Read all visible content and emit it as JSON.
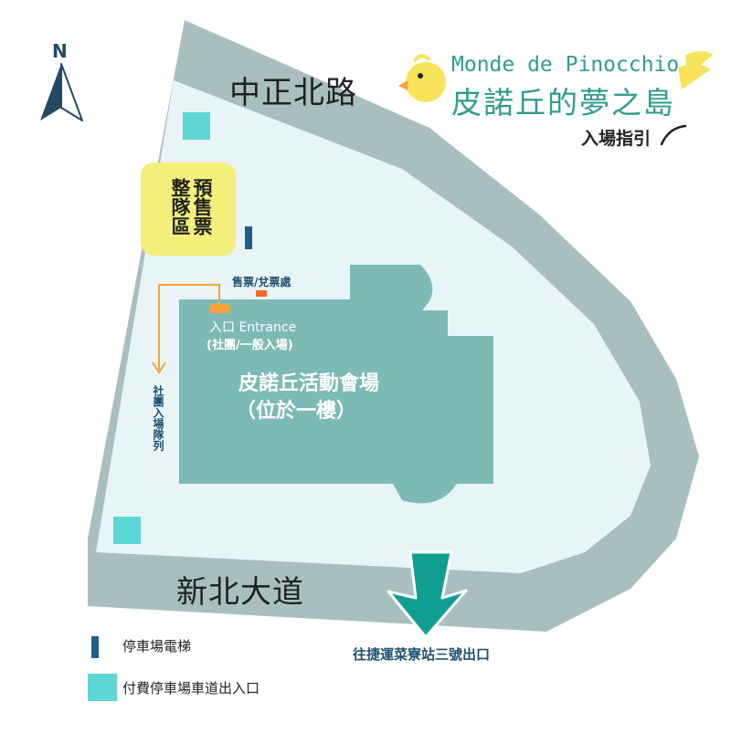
{
  "compass": {
    "label": "N"
  },
  "brand": {
    "name_en": "Monde de Pinocchio",
    "name_zh": "皮諾丘的夢之島",
    "subtitle": "入場指引"
  },
  "roads": {
    "north": "中正北路",
    "south": "新北大道"
  },
  "zones": {
    "presale_line": "預售票",
    "group_area": "整隊區",
    "ticket_booth": "售票/兌票處",
    "entrance_line1": "入口 Entrance",
    "entrance_line2": "(社團/一般入場)",
    "group_queue": "社團入場隊列"
  },
  "venue": {
    "name": "皮諾丘活動會場",
    "floor_note": "（位於一樓）"
  },
  "mrt_exit": "往捷運菜寮站三號出口",
  "legend": [
    {
      "label": "停車場電梯",
      "color": "#1f5f8b"
    },
    {
      "label": "付費停車場車道出入口",
      "color": "#5ed6d6"
    }
  ],
  "colors": {
    "road": "#a9bfbf",
    "plaza": "#e9f4f7",
    "building": "#7ebab5",
    "presale_zone": "#f2f07a",
    "entrance_orange": "#f5a33b",
    "booth_orange": "#f26b2c",
    "arrow_teal": "#119e92",
    "brand_teal": "#2e9c8e",
    "chick_yellow": "#f8e35a",
    "compass_blue": "#234a63"
  }
}
